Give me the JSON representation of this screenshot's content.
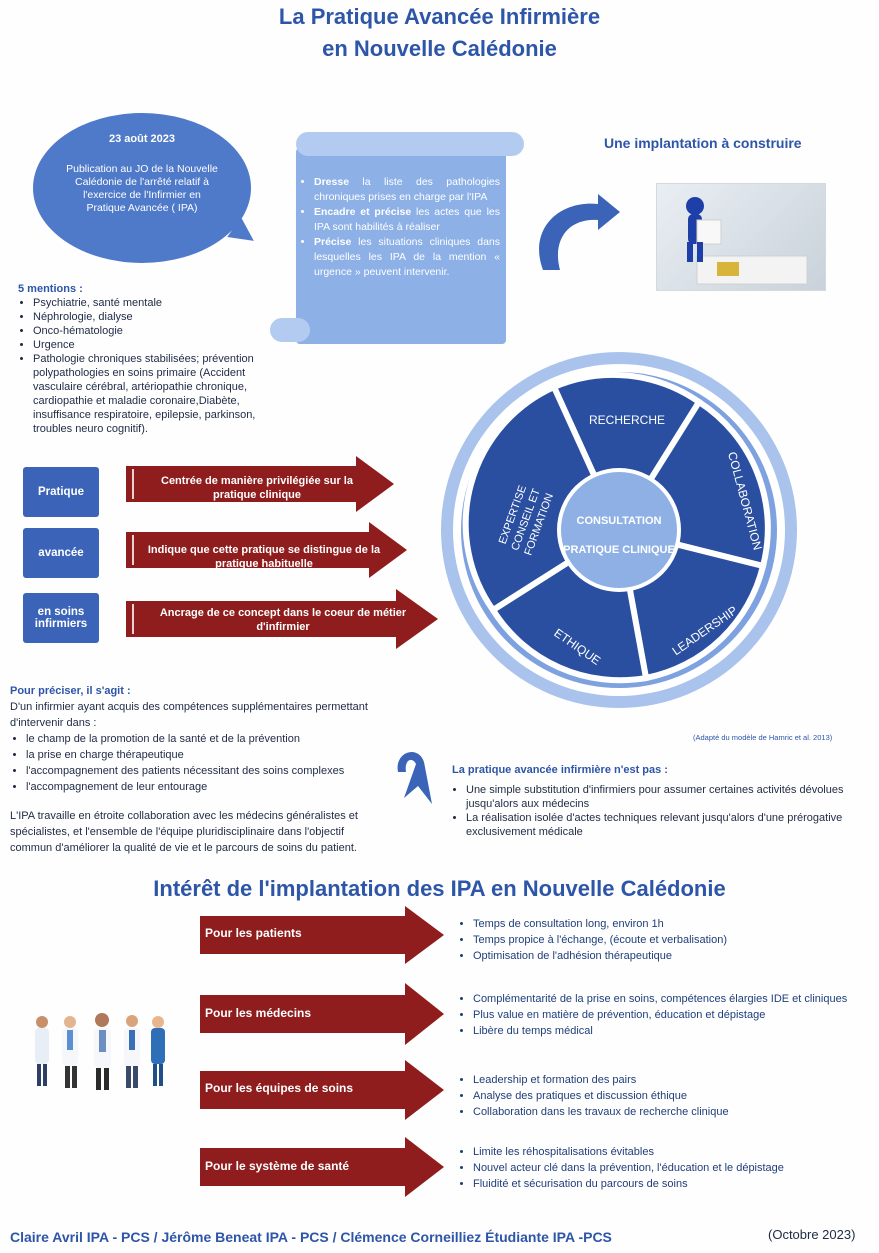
{
  "title": {
    "line1": "La Pratique Avancée Infirmière",
    "line2": "en Nouvelle Calédonie"
  },
  "bubble": {
    "date": "23 août 2023",
    "text": "Publication au JO de la Nouvelle Calédonie de l'arrêté relatif à l'exercice de l'Infirmier en Pratique Avancée ( IPA)"
  },
  "scroll": {
    "items": [
      {
        "bold": "Dresse",
        "rest": " la liste des pathologies chroniques prises en charge par l'IPA"
      },
      {
        "bold": "Encadre et précise",
        "rest": " les actes que les IPA sont habilités à réaliser"
      },
      {
        "bold": "Précise",
        "rest": " les situations cliniques dans lesquelles les IPA de la mention « urgence » peuvent intervenir."
      }
    ]
  },
  "implantation": {
    "title": "Une implantation à construire"
  },
  "mentions": {
    "heading": "5 mentions :",
    "items": [
      "Psychiatrie, santé mentale",
      "Néphrologie, dialyse",
      "Onco-hématologie",
      "Urgence",
      "Pathologie chroniques stabilisées; prévention polypathologies en soins primaire (Accident vasculaire cérébral, artériopathie chronique, cardiopathie et maladie coronaire,Diabète, insuffisance respiratoire, epilepsie, parkinson, troubles neuro cognitif)."
    ]
  },
  "definition": [
    {
      "label": "Pratique",
      "arrow": "Centrée de manière privilégiée sur la pratique clinique"
    },
    {
      "label": "avancée",
      "arrow": "Indique que cette pratique se distingue de la pratique habituelle"
    },
    {
      "label": "en soins infirmiers",
      "arrow": "Ancrage de ce concept dans le coeur de métier d'infirmier"
    }
  ],
  "wheel": {
    "center1": "CONSULTATION",
    "center2": "PRATIQUE CLINIQUE",
    "recherche": "RECHERCHE",
    "collaboration": "COLLABORATION",
    "leadership": "LEADERSHIP",
    "ethique": "ETHIQUE",
    "expertise": [
      "EXPERTISE",
      "CONSEIL ET",
      "FORMATION"
    ],
    "caption": "(Adapté du modèle de Hamric et al. 2013)",
    "colors": {
      "dark": "#2a4fa0",
      "mid": "#5b86d4",
      "light": "#a9c3ec",
      "center": "#8fb0e4"
    }
  },
  "preciser": {
    "heading": "Pour préciser, il s'agit :",
    "intro": "D'un infirmier ayant acquis des compétences supplémentaires permettant d'intervenir dans :",
    "items": [
      "le champ de la promotion de la santé et de la prévention",
      "la prise en charge thérapeutique",
      "l'accompagnement des patients nécessitant des soins complexes",
      "l'accompagnement de leur entourage"
    ],
    "collab": "L'IPA travaille en étroite collaboration avec les médecins généralistes et spécialistes, et l'ensemble de l'équipe pluridisciplinaire dans l'objectif commun d'améliorer la qualité de vie et le parcours de soins du patient."
  },
  "nest": {
    "heading": "La pratique avancée infirmière n'est pas :",
    "items": [
      "Une simple substitution d'infirmiers pour assumer certaines activités dévolues jusqu'alors aux médecins",
      "La réalisation isolée d'actes techniques relevant jusqu'alors d'une prérogative exclusivement médicale"
    ]
  },
  "interet": {
    "title": "Intérêt de l'implantation des IPA en Nouvelle Calédonie",
    "blocks": [
      {
        "label": "Pour les patients",
        "items": [
          "Temps de consultation long, environ 1h",
          "Temps propice à l'échange, (écoute et verbalisation)",
          "Optimisation de l'adhésion thérapeutique"
        ]
      },
      {
        "label": "Pour les médecins",
        "items": [
          "Complémentarité de la prise en soins, compétences élargies IDE et cliniques",
          "Plus value en matière de prévention, éducation et dépistage",
          "Libère du temps médical"
        ]
      },
      {
        "label": "Pour les équipes de soins",
        "items": [
          "Leadership et formation des pairs",
          "Analyse des pratiques et discussion éthique",
          "Collaboration dans les travaux de recherche clinique"
        ]
      },
      {
        "label": "Pour le système de santé",
        "items": [
          "Limite les réhospitalisations évitables",
          "Nouvel acteur clé dans la prévention, l'éducation et le dépistage",
          "Fluidité et sécurisation du parcours de soins"
        ]
      }
    ]
  },
  "footer": {
    "authors": "Claire Avril IPA - PCS  /  Jérôme Beneat  IPA - PCS / Clémence Corneilliez Étudiante IPA -PCS",
    "date": "(Octobre 2023)"
  },
  "colors": {
    "title": "#2d55a8",
    "arrow_red": "#8f1d1d",
    "box_blue": "#3b64b8"
  }
}
